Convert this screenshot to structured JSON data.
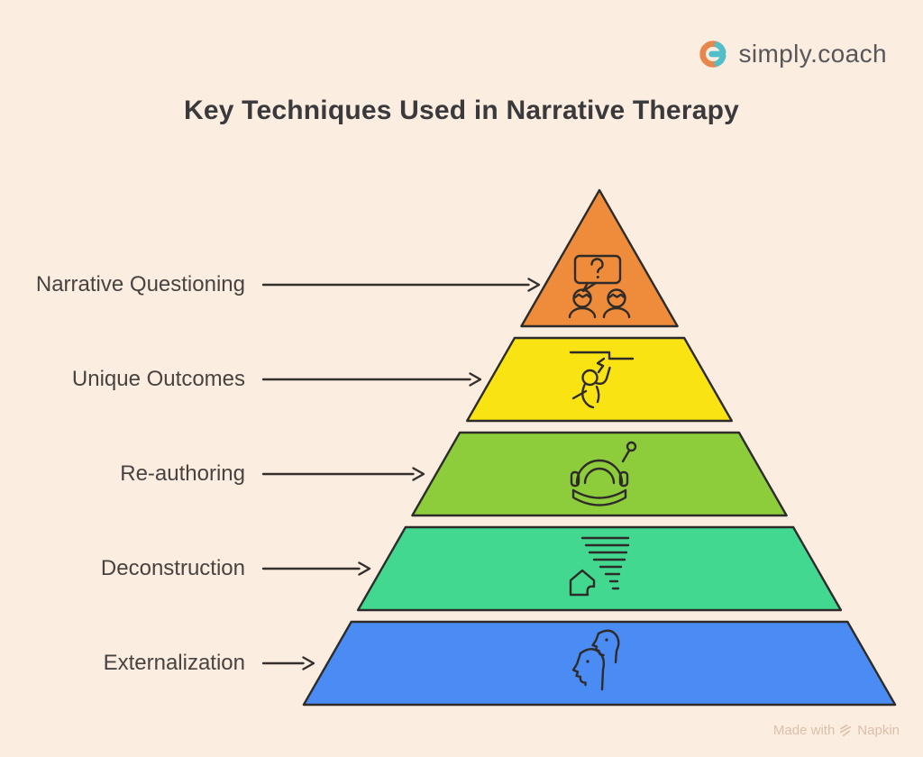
{
  "page": {
    "title": "Key Techniques Used in Narrative Therapy",
    "background_color": "#FCEDE1",
    "title_color": "#3A393B"
  },
  "logo": {
    "text": "simply.coach",
    "icon": "simply-coach-logo-icon",
    "text_color": "#57575A",
    "icon_orange": "#E8874D",
    "icon_teal": "#52BEC8"
  },
  "pyramid": {
    "outline_color": "#2D2C2A",
    "arrow_color": "#33302C",
    "label_color": "#474340",
    "levels": [
      {
        "label": "Narrative Questioning",
        "color": "#EF8C3C",
        "icon": "question-discussion-icon"
      },
      {
        "label": "Unique Outcomes",
        "color": "#FAE313",
        "icon": "breakthrough-ceiling-icon"
      },
      {
        "label": "Re-authoring",
        "color": "#8DCC3B",
        "icon": "audiobook-narrator-icon"
      },
      {
        "label": "Deconstruction",
        "color": "#42D890",
        "icon": "tornado-house-icon"
      },
      {
        "label": "Externalization",
        "color": "#4A8CF3",
        "icon": "two-profiles-icon"
      }
    ]
  },
  "footer": {
    "made_with": "Made with",
    "brand": "Napkin",
    "icon": "napkin-logo-icon",
    "color": "#DCBFA7"
  }
}
